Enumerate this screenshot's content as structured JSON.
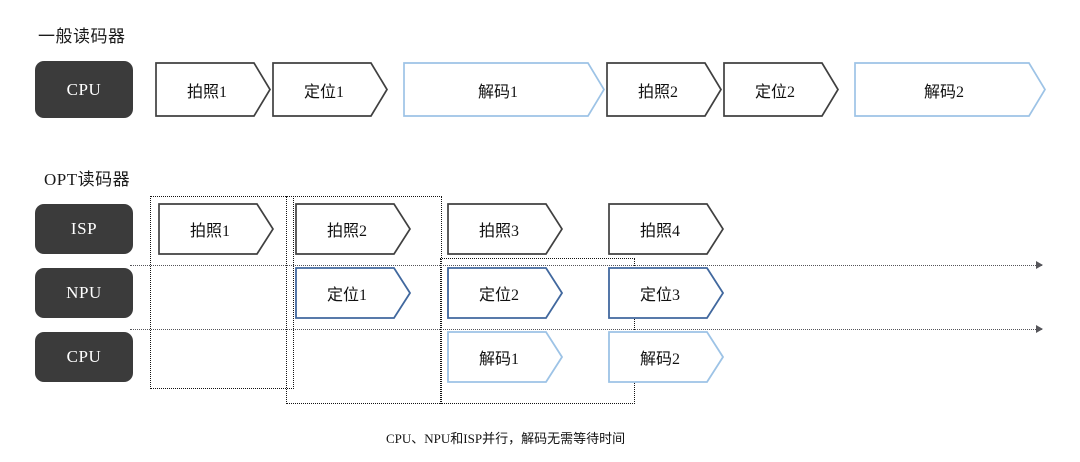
{
  "sections": [
    {
      "heading": "一般读码器",
      "unit_labels": [
        "CPU"
      ],
      "blocks": [
        {
          "label": "拍照1",
          "style": "dark"
        },
        {
          "label": "定位1",
          "style": "dark"
        },
        {
          "label": "解码1",
          "style": "light-blue"
        },
        {
          "label": "拍照2",
          "style": "dark"
        },
        {
          "label": "定位2",
          "style": "dark"
        },
        {
          "label": "解码2",
          "style": "light-blue"
        }
      ]
    },
    {
      "heading": "OPT读码器",
      "unit_labels": [
        "ISP",
        "NPU",
        "CPU"
      ],
      "rows": [
        {
          "unit": "ISP",
          "blocks": [
            {
              "label": "拍照1",
              "style": "dark"
            },
            {
              "label": "拍照2",
              "style": "dark"
            },
            {
              "label": "拍照3",
              "style": "dark"
            },
            {
              "label": "拍照4",
              "style": "dark"
            }
          ]
        },
        {
          "unit": "NPU",
          "blocks": [
            {
              "label": "定位1",
              "style": "mid-blue"
            },
            {
              "label": "定位2",
              "style": "mid-blue"
            },
            {
              "label": "定位3",
              "style": "mid-blue"
            }
          ]
        },
        {
          "unit": "CPU",
          "blocks": [
            {
              "label": "解码1",
              "style": "light-blue"
            },
            {
              "label": "解码2",
              "style": "light-blue"
            }
          ]
        }
      ]
    }
  ],
  "caption": "CPU、NPU和ISP并行，解码无需等待时间",
  "colors": {
    "unit_fill": "#3b3b3b",
    "unit_text": "#ffffff",
    "dark_stroke": "#404040",
    "light_blue_stroke": "#9dc3e6",
    "mid_blue_stroke": "#41689e",
    "timeline": "#55555a",
    "groupbox": "#141414",
    "text": "#111111",
    "background": "#ffffff"
  }
}
